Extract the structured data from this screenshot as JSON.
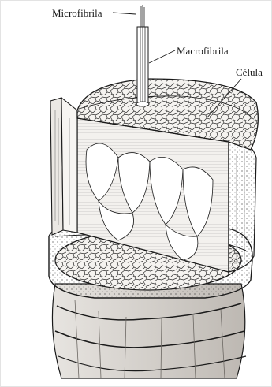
{
  "labels": {
    "microfibrila": "Microfibrila",
    "macrofibrila": "Macrofibrila",
    "celula": "Célula"
  },
  "colors": {
    "ink": "#1a1a1a",
    "paper": "#ffffff",
    "shade": "#c9c6c2",
    "cortex_fill": "#f3f1ee"
  }
}
